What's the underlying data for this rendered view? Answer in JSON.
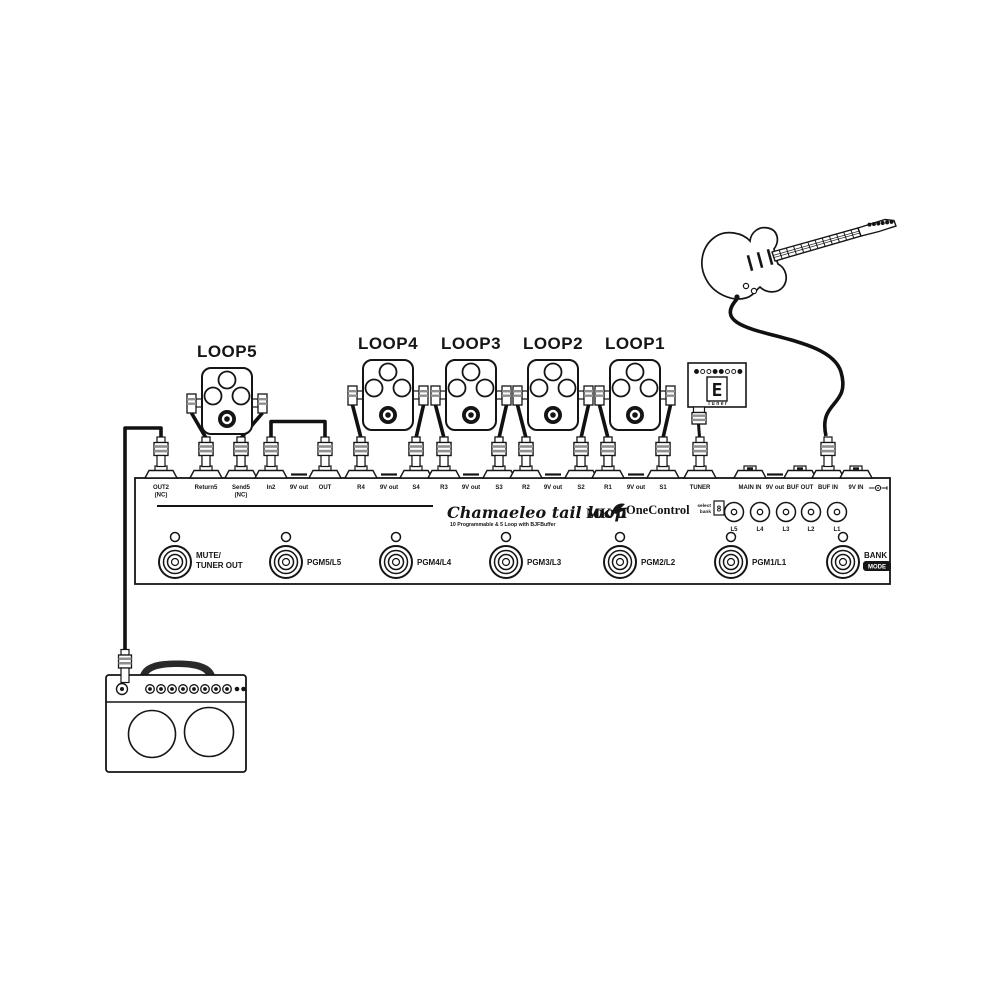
{
  "diagram": {
    "loops": [
      "LOOP5",
      "LOOP4",
      "LOOP3",
      "LOOP2",
      "LOOP1"
    ],
    "tuner": {
      "note": "E",
      "label": "Tuner"
    },
    "switcher": {
      "brand": {
        "script": "Chamaeleo tail loop",
        "mk": "MK II",
        "subtitle": "10 Programmable & 5 Loop with BJFBuffer",
        "logo": "OneControl",
        "select_line1": "select",
        "select_line2": "bank",
        "bank_display": "8"
      },
      "jacks": [
        {
          "label": "OUT2",
          "sub": "(NC)",
          "kind": "plugged"
        },
        {
          "label": "Return5",
          "kind": "plugged"
        },
        {
          "label": "Send5",
          "sub": "(NC)",
          "kind": "plugged"
        },
        {
          "label": "In2",
          "kind": "plugged"
        },
        {
          "label": "9V out",
          "kind": "dc"
        },
        {
          "label": "OUT",
          "kind": "plugged"
        },
        {
          "label": "R4",
          "kind": "plugged"
        },
        {
          "label": "9V out",
          "kind": "dc"
        },
        {
          "label": "S4",
          "kind": "plugged"
        },
        {
          "label": "R3",
          "kind": "plugged"
        },
        {
          "label": "9V out",
          "kind": "dc"
        },
        {
          "label": "S3",
          "kind": "plugged"
        },
        {
          "label": "R2",
          "kind": "plugged"
        },
        {
          "label": "9V out",
          "kind": "dc"
        },
        {
          "label": "S2",
          "kind": "plugged"
        },
        {
          "label": "R1",
          "kind": "plugged"
        },
        {
          "label": "9V out",
          "kind": "dc"
        },
        {
          "label": "S1",
          "kind": "plugged"
        },
        {
          "label": "TUNER",
          "kind": "plugged"
        },
        {
          "label": "MAIN IN",
          "kind": "empty"
        },
        {
          "label": "9V out",
          "kind": "dc"
        },
        {
          "label": "BUF OUT",
          "kind": "empty"
        },
        {
          "label": "BUF IN",
          "kind": "plugged"
        },
        {
          "label": "9V IN",
          "kind": "empty"
        },
        {
          "label": "",
          "kind": "polarity"
        }
      ],
      "dc_outs": [
        "L5",
        "L4",
        "L3",
        "L2",
        "L1"
      ],
      "footswitches": [
        {
          "line1": "MUTE/",
          "line2": "TUNER OUT"
        },
        {
          "line1": "PGM5/L5"
        },
        {
          "line1": "PGM4/L4"
        },
        {
          "line1": "PGM3/L3"
        },
        {
          "line1": "PGM2/L2"
        },
        {
          "line1": "PGM1/L1"
        },
        {
          "line1": "BANK",
          "badge": "MODE"
        }
      ]
    }
  }
}
